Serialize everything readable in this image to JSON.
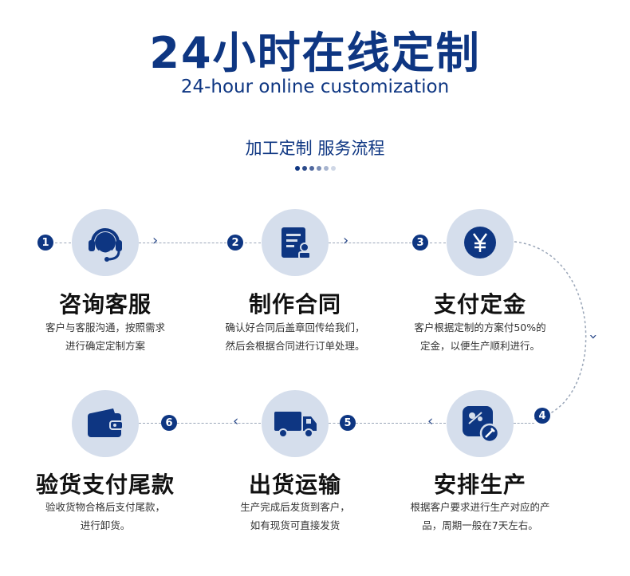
{
  "header": {
    "title": "24小时在线定制",
    "subtitle": "24-hour online customization",
    "section": "加工定制  服务流程"
  },
  "colors": {
    "primary": "#0e3682",
    "circle_bg": "#d5deec",
    "line": "#9aa6b8"
  },
  "steps": [
    {
      "num": "1",
      "icon": "headset-icon",
      "title": "咨询客服",
      "desc1": "客户与客服沟通，按照需求",
      "desc2": "进行确定定制方案"
    },
    {
      "num": "2",
      "icon": "contract-icon",
      "title": "制作合同",
      "desc1": "确认好合同后盖章回传给我们，",
      "desc2": "然后会根据合同进行订单处理。"
    },
    {
      "num": "3",
      "icon": "yen-icon",
      "title": "支付定金",
      "desc1": "客户根据定制的方案付50%的",
      "desc2": "定金，以便生产顺利进行。"
    },
    {
      "num": "4",
      "icon": "production-icon",
      "title": "安排生产",
      "desc1": "根据客户要求进行生产对应的产",
      "desc2": "品，周期一般在7天左右。"
    },
    {
      "num": "5",
      "icon": "truck-icon",
      "title": "出货运输",
      "desc1": "生产完成后发货到客户，",
      "desc2": "如有现货可直接发货"
    },
    {
      "num": "6",
      "icon": "wallet-icon",
      "title": "验货支付尾款",
      "desc1": "验收货物合格后支付尾款，",
      "desc2": "进行卸货。"
    }
  ]
}
